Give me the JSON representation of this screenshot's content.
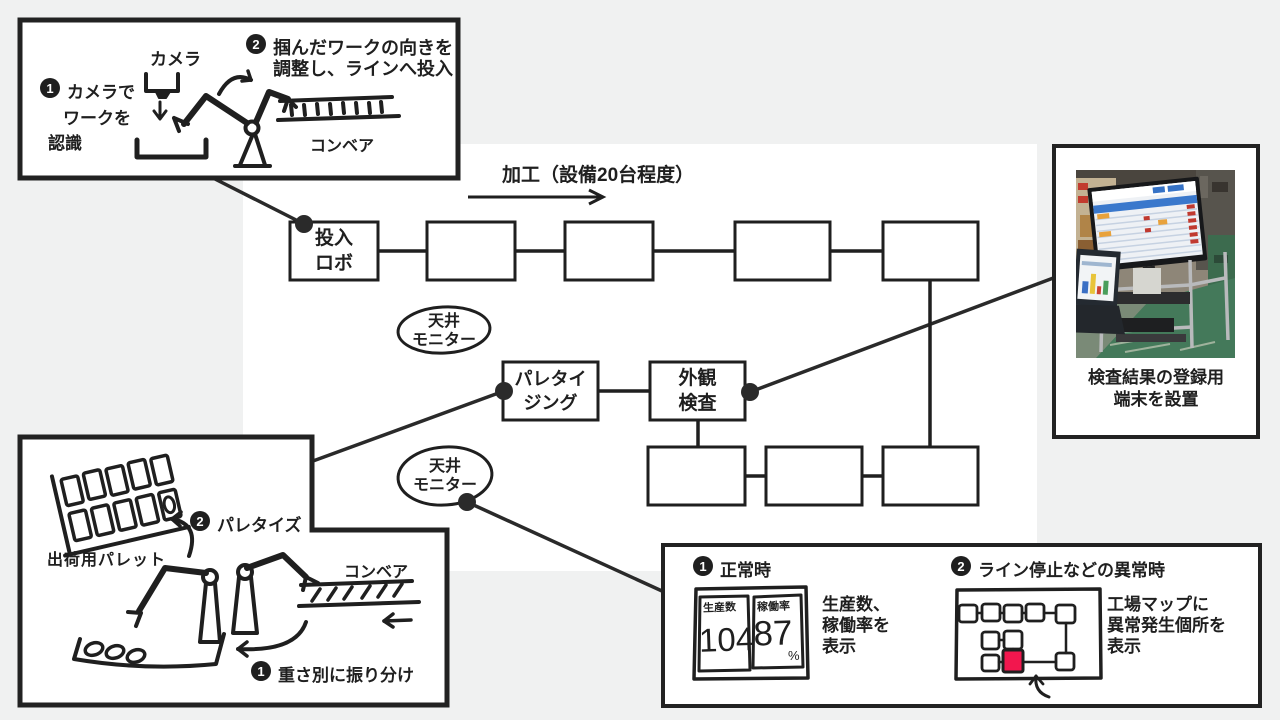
{
  "colors": {
    "page_bg": "#f0f1f1",
    "panel": "#ffffff",
    "ink": "#1f1f1f",
    "alert": "#f2174e"
  },
  "flow": {
    "process_label": "加工（設備20台程度）",
    "feed_robot_l1": "投入",
    "feed_robot_l2": "ロボ",
    "palletizing_l1": "パレタイ",
    "palletizing_l2": "ジング",
    "inspection_l1": "外観",
    "inspection_l2": "検査",
    "ceiling1_l1": "天井",
    "ceiling1_l2": "モニター",
    "ceiling2_l1": "天井",
    "ceiling2_l2": "モニター"
  },
  "feed_sketch": {
    "camera": "カメラ",
    "step1_num": "1",
    "step1_l1": "カメラで",
    "step1_l2": "ワークを",
    "step1_l3": "認識",
    "step2_num": "2",
    "step2_l1": "掴んだワークの向きを",
    "step2_l2": "調整し、ラインへ投入",
    "conveyor": "コンベア"
  },
  "palletize_sketch": {
    "pallet": "出荷用パレット",
    "step2_num": "2",
    "step2": "パレタイズ",
    "conveyor": "コンベア",
    "step1_num": "1",
    "step1": "重さ別に振り分け"
  },
  "terminal": {
    "caption_l1": "検査結果の登録用",
    "caption_l2": "端末を設置"
  },
  "monitors": {
    "normal_num": "1",
    "normal_title": "正常時",
    "metric1_label": "生産数",
    "metric1_value": "104",
    "metric2_label": "稼働率",
    "metric2_value": "87",
    "metric2_unit": "%",
    "normal_caption_l1": "生産数、",
    "normal_caption_l2": "稼働率を",
    "normal_caption_l3": "表示",
    "abnormal_num": "2",
    "abnormal_title": "ライン停止などの異常時",
    "abnormal_caption_l1": "工場マップに",
    "abnormal_caption_l2": "異常発生個所を",
    "abnormal_caption_l3": "表示"
  }
}
